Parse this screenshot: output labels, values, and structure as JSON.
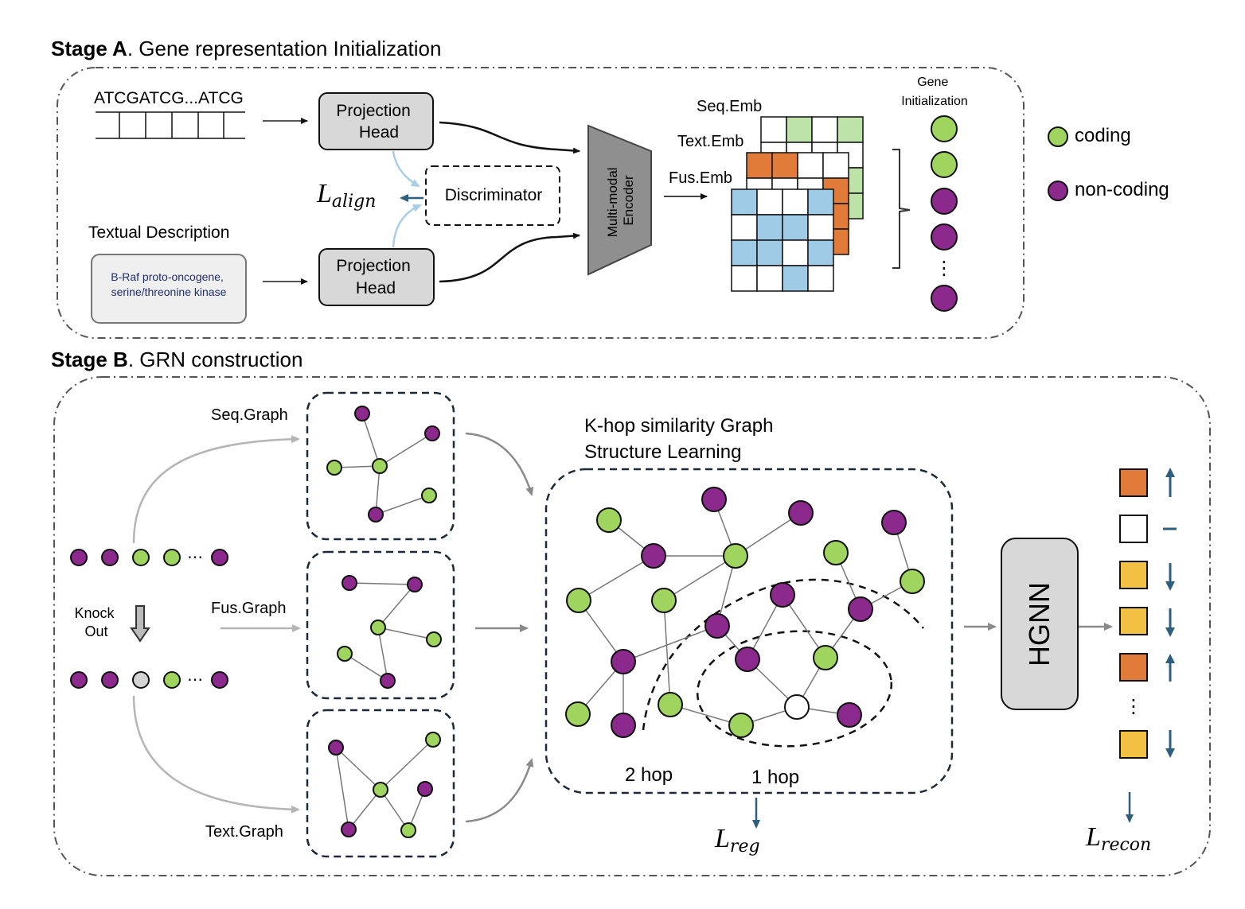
{
  "stage_a": {
    "title_bold": "Stage A",
    "title_rest": ". Gene representation Initialization",
    "sequence_text": "ATCGATCG...ATCG",
    "projection_head_1": [
      "Projection",
      "Head"
    ],
    "projection_head_2": [
      "Projection",
      "Head"
    ],
    "discriminator": "Discriminator",
    "loss_align_main": "L",
    "loss_align_sub": "align",
    "textual_description_label": "Textual Description",
    "textual_description_lines": [
      "B-Raf proto-oncogene,",
      "serine/threonine kinase"
    ],
    "encoder_lines": [
      "Multi-modal",
      "Encoder"
    ],
    "seq_emb": "Seq.Emb",
    "text_emb": "Text.Emb",
    "fus_emb": "Fus.Emb",
    "gene_init_lines": [
      "Gene",
      "Initialization"
    ],
    "ellipsis_vertical": "⋮",
    "legend": {
      "coding": "coding",
      "non_coding": "non-coding"
    }
  },
  "stage_b": {
    "title_bold": "Stage B",
    "title_rest": ". GRN construction",
    "seq_graph": "Seq.Graph",
    "fus_graph": "Fus.Graph",
    "text_graph": "Text.Graph",
    "knock_out_lines": [
      "Knock",
      "Out"
    ],
    "ellipsis": "⋯",
    "khop_title_lines": [
      "K-hop similarity Graph",
      "Structure Learning"
    ],
    "hop2": "2 hop",
    "hop1": "1 hop",
    "loss_reg_main": "L",
    "loss_reg_sub": "reg",
    "hgnn": "HGNN",
    "loss_recon_main": "L",
    "loss_recon_sub": "recon",
    "ellipsis_vertical": "⋮"
  },
  "colors": {
    "coding_fill": "#9fd45e",
    "non_coding_fill": "#8b2a8c",
    "knocked_out_fill": "#d3d3d3",
    "seq_emb_cell": "#bde3a8",
    "text_emb_cell": "#e07b39",
    "fus_emb_cell": "#9fcbe6",
    "box_fill": "#d8d8d8",
    "dark_dashed": "#1a2a3a",
    "arrow_gray": "#8a8a8a",
    "loss_arrow": "#2e5f7f",
    "up_regulated": "#e07b39",
    "down_regulated": "#f2c043",
    "unchanged": "#ffffff"
  }
}
